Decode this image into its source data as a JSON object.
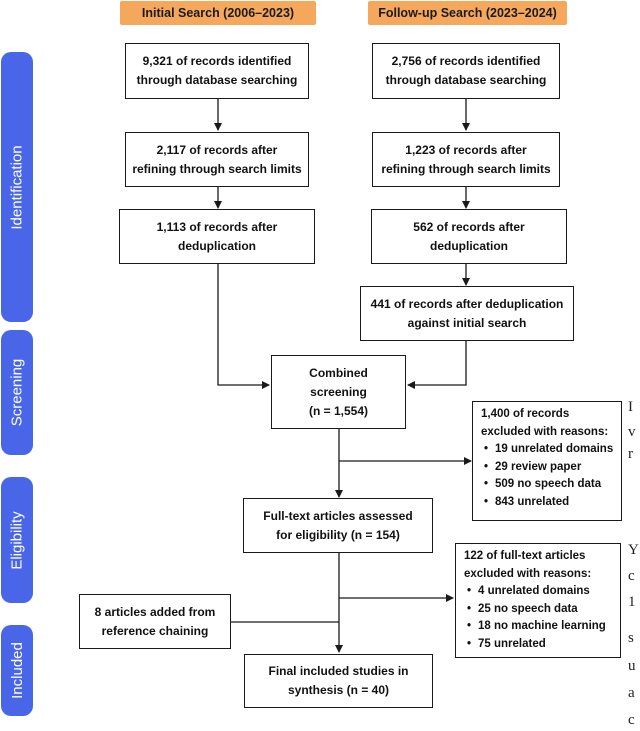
{
  "headers": {
    "initial": "Initial Search (2006–2023)",
    "followup": "Follow-up Search (2023–2024)"
  },
  "phases": {
    "identification": "Identification",
    "screening": "Screening",
    "eligibility": "Eligibility",
    "included": "Included"
  },
  "initial": {
    "identified": "9,321 of records identified\nthrough database searching",
    "refined": "2,117 of records after\nrefining through search limits",
    "dedup": "1,113 of records after\ndeduplication"
  },
  "followup": {
    "identified": "2,756 of records identified\nthrough database searching",
    "refined": "1,223 of records after\nrefining through search limits",
    "dedup": "562 of records after\ndeduplication",
    "dedup_against_initial": "441 of records after deduplication\nagainst initial search"
  },
  "screening": {
    "combined": "Combined\nscreening\n(n = 1,554)",
    "excluded_title": "1,400 of records\nexcluded with reasons:",
    "excluded_reasons": [
      "19 unrelated domains",
      "29 review paper",
      "509 no speech data",
      "843 unrelated"
    ]
  },
  "eligibility": {
    "assessed": "Full-text articles assessed\nfor eligibility (n = 154)",
    "excluded_title": "122 of full-text articles\nexcluded with reasons:",
    "excluded_reasons": [
      "4 unrelated domains",
      "25 no speech data",
      "18 no machine learning",
      "75 unrelated"
    ]
  },
  "included": {
    "added": "8 articles added from\nreference chaining",
    "final": "Final included studies in\nsynthesis (n = 40)"
  },
  "colors": {
    "header_bg": "#f5a85c",
    "phase_bg": "#4a66e8",
    "box_border": "#1a1a1a"
  },
  "margin_fragments": [
    "I",
    "v",
    "r",
    "Y",
    "c",
    "1",
    "s",
    "u",
    "a",
    "c"
  ]
}
